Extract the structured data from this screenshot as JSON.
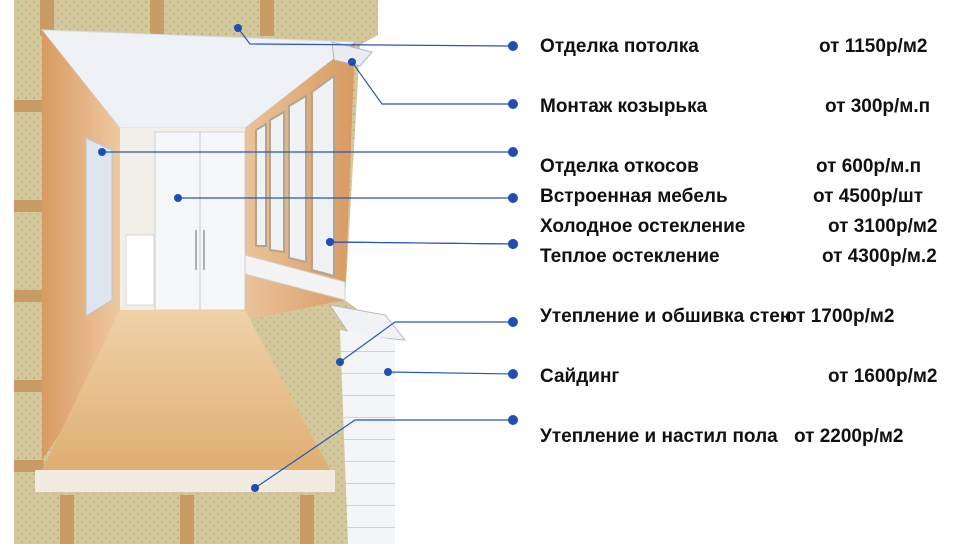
{
  "items": [
    {
      "name": "Отделка  потолка",
      "price": "от 1150р/м2"
    },
    {
      "name": "Монтаж козырька",
      "price": "от 300р/м.п"
    },
    {
      "name": "Отделка откосов",
      "price": "от 600р/м.п"
    },
    {
      "name": "Встроенная мебель",
      "price": "от 4500р/шт"
    },
    {
      "name": "Холодное остекление",
      "price": "от 3100р/м2"
    },
    {
      "name": "Теплое остекление",
      "price": "от 4300р/м.2"
    },
    {
      "name": "Утепление и обшивка стен",
      "price": "от 1700р/м2"
    },
    {
      "name": "Сайдинг",
      "price": "от 1600р/м2"
    },
    {
      "name": "Утепление и настил пола",
      "price": "от 2200р/м2"
    }
  ],
  "colors": {
    "marker": "#1f4fb0",
    "leader": "#2a55b8",
    "wood": "#e0ad7c",
    "insulation": "#cfc49a",
    "floor": "#e7c28e",
    "ceiling": "#eef2f6"
  }
}
